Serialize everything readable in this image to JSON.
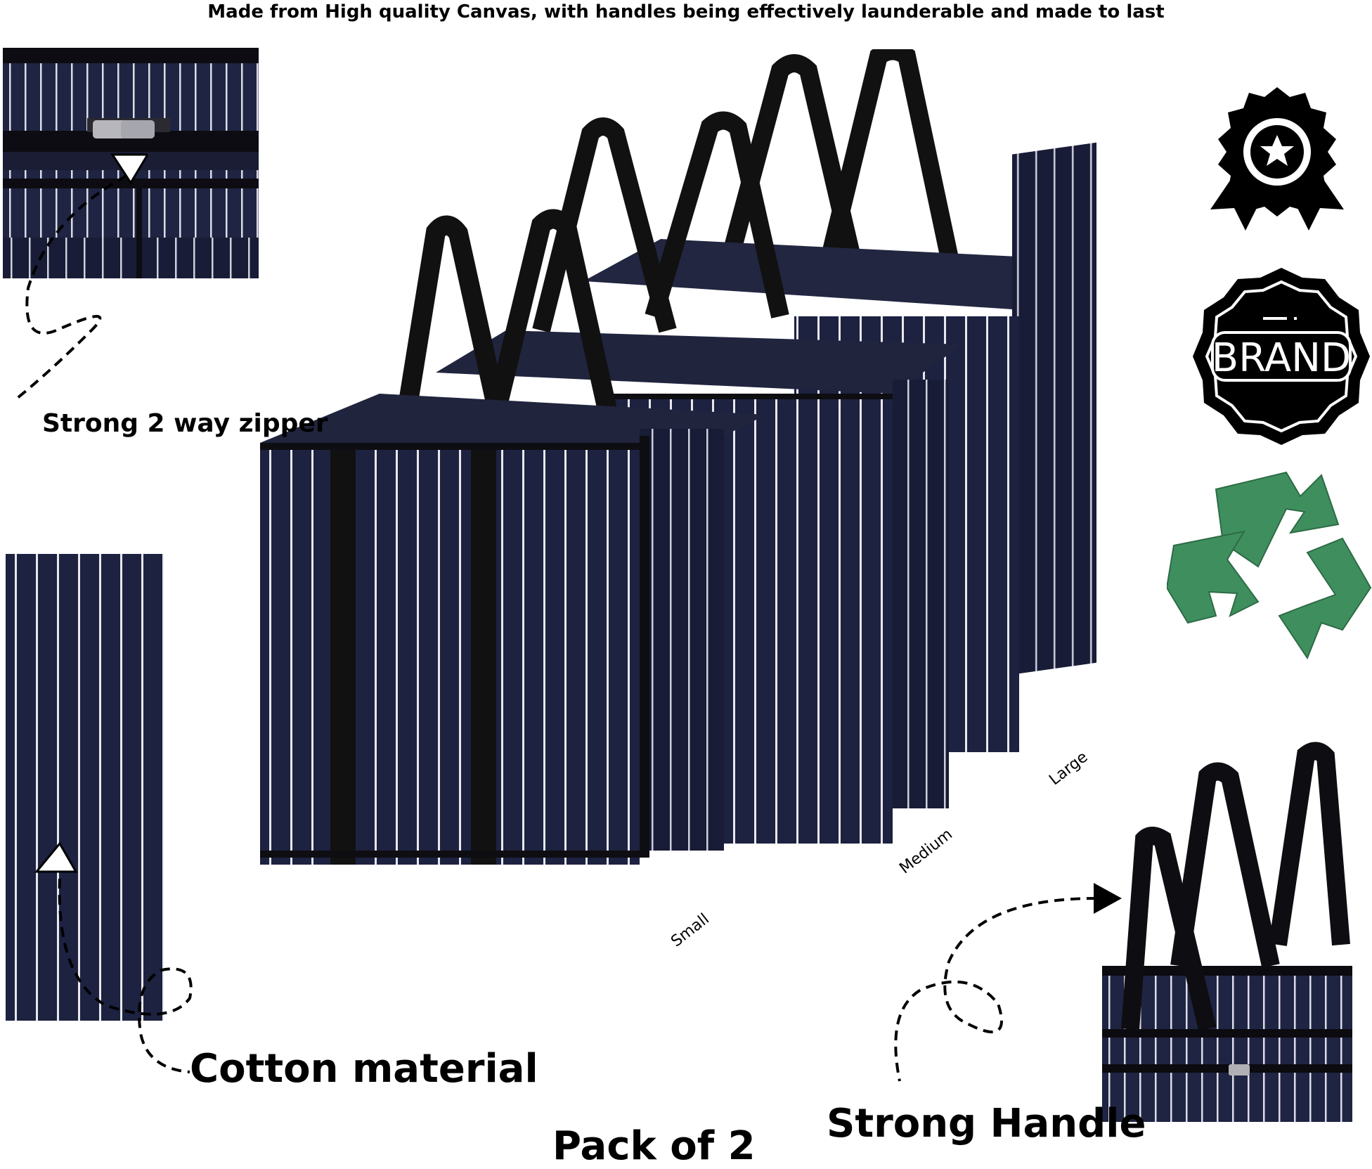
{
  "headline": "Made from High quality Canvas, with handles being effectively launderable and made to last",
  "features": {
    "zipper": "Strong 2 way zipper",
    "cotton": "Cotton material",
    "handle": "Strong Handle",
    "pack": "Pack of 2"
  },
  "sizes": {
    "small": "Small",
    "medium": "Medium",
    "large": "Large"
  },
  "badges": {
    "brand_text": "BRAND",
    "icons": [
      "quality-badge-icon",
      "brand-seal-icon",
      "recycle-icon"
    ]
  },
  "colors": {
    "navy": "#1d2240",
    "stripe": "#e8e8ee",
    "handle": "#111111",
    "recycle_green": "#3f8f5e"
  }
}
